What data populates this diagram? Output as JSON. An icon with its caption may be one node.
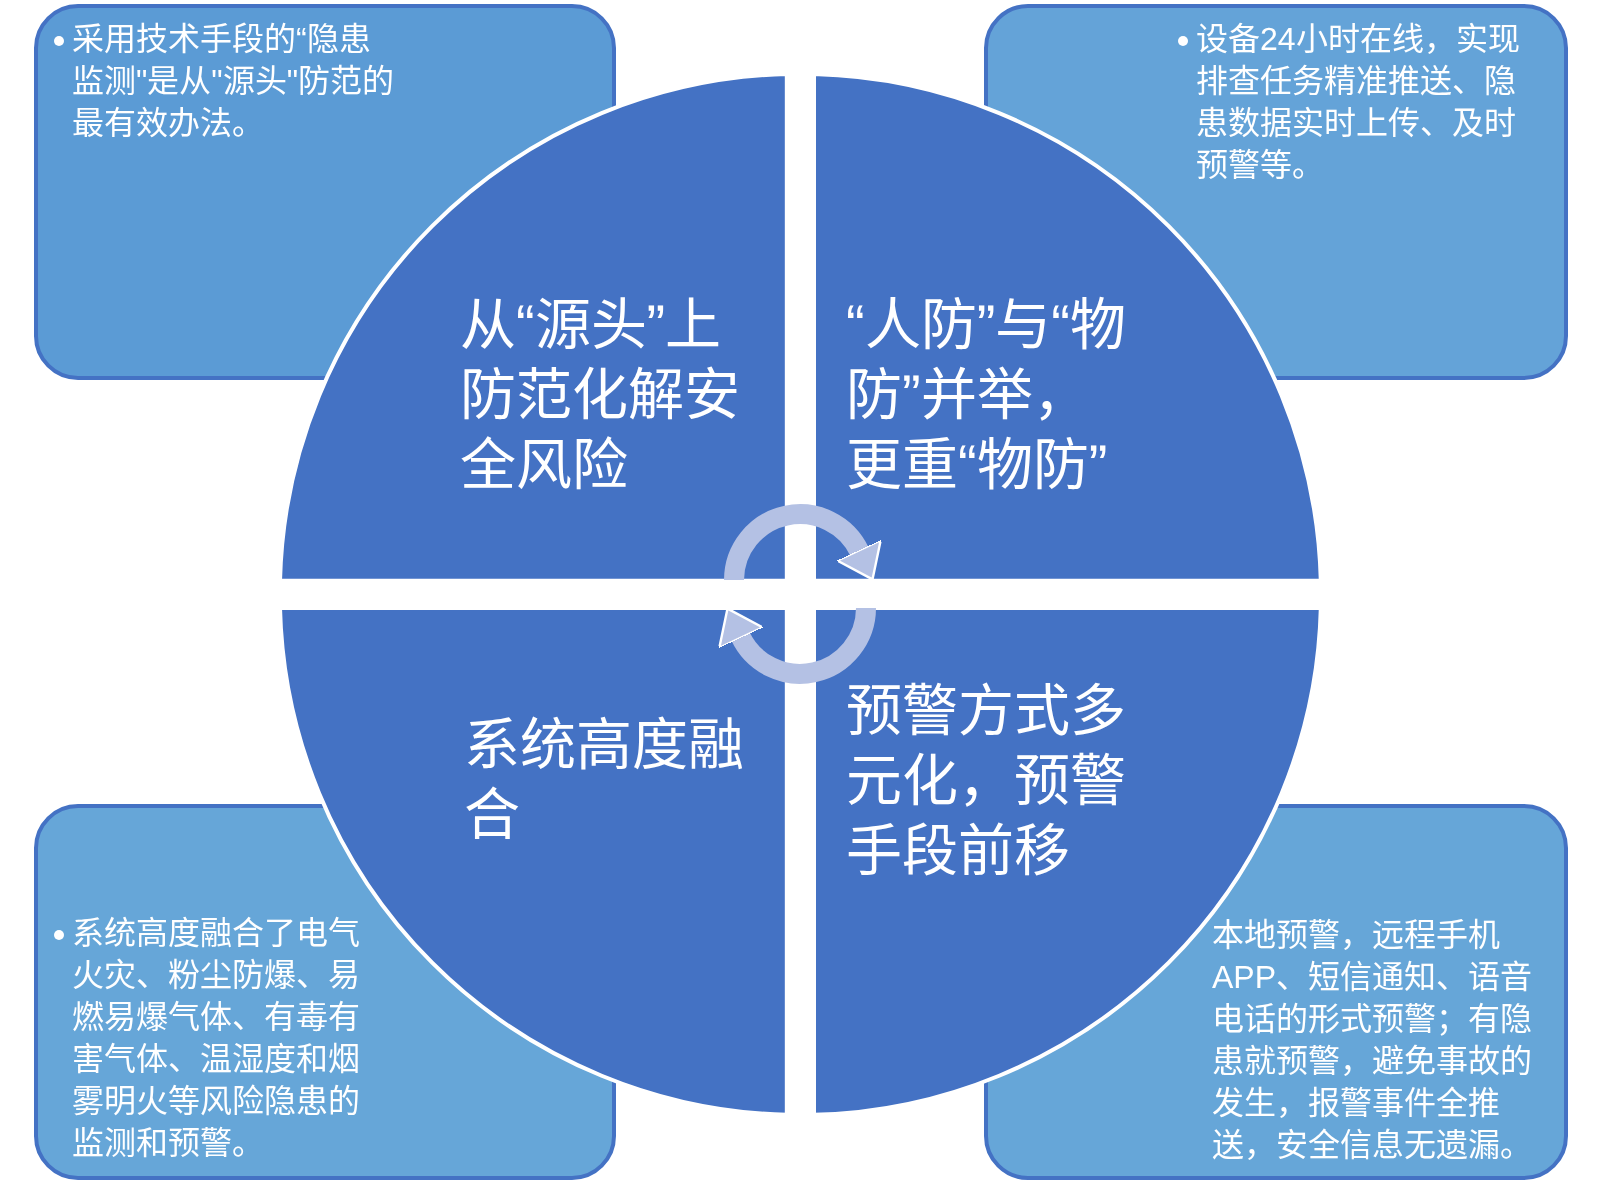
{
  "diagram": {
    "nodes": [
      {
        "text": [
          "采用技术手段的“隐患监测\"是从\"源头\"防范的最有效办法。"
        ]
      },
      {
        "text": [
          "设备24小时在线，实现排查任务精准推送、隐患数据实时上传、及时预警等。"
        ]
      },
      {
        "text": [
          "从“源头”上防范化解安全风险"
        ]
      },
      {
        "text": [
          "“人防”与“物防”并举，更重“物防”"
        ]
      },
      {
        "text": [
          "系统高度融合"
        ]
      },
      {
        "text": [
          "预警方式多元化，预警手段前移"
        ]
      },
      {
        "text": [
          "系统高度融合了电气火灾、粉尘防爆、易燃易爆气体、有毒有害气体、温湿度和烟雾明火等风险隐患的监测和预警。"
        ]
      },
      {
        "text": [
          "本地预警，远程手机APP、短信通知、语音电话的形式预警；有隐患就预警，避免事故的发生，报警事件全推送，安全信息无遗漏。"
        ]
      }
    ],
    "edges": [
      {
        "from": 2,
        "to": 3,
        "arrow": "to"
      },
      {
        "from": 5,
        "to": 4,
        "arrow": "to"
      }
    ]
  }
}
